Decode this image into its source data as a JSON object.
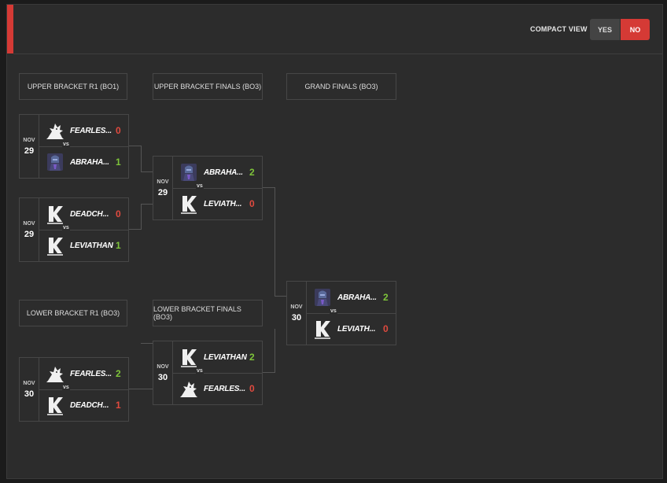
{
  "header": {
    "compact_view_label": "COMPACT VIEW",
    "yes_label": "YES",
    "no_label": "NO",
    "accent_color": "#d53a35"
  },
  "rounds": {
    "ub_r1": "UPPER BRACKET R1 (BO1)",
    "ub_finals": "UPPER BRACKET FINALS (BO3)",
    "grand_finals": "GRAND FINALS (BO3)",
    "lb_r1": "LOWER BRACKET R1 (BO3)",
    "lb_finals": "LOWER BRACKET FINALS (BO3)"
  },
  "matches": {
    "ub_r1_m1": {
      "month": "NOV",
      "day": "29",
      "vs": "vs",
      "team1": {
        "name": "FEARLES...",
        "score": "0",
        "logo": "dragon-logo-icon"
      },
      "team2": {
        "name": "ABRAHA...",
        "score": "1",
        "logo": "knight-avatar-icon"
      }
    },
    "ub_r1_m2": {
      "month": "NOV",
      "day": "29",
      "vs": "vs",
      "team1": {
        "name": "DEADCH...",
        "score": "0",
        "logo": "k-logo-icon"
      },
      "team2": {
        "name": "LEVIATHAN",
        "score": "1",
        "logo": "k-logo-icon"
      }
    },
    "ub_final": {
      "month": "NOV",
      "day": "29",
      "vs": "vs",
      "team1": {
        "name": "ABRAHA...",
        "score": "2",
        "logo": "knight-avatar-icon"
      },
      "team2": {
        "name": "LEVIATH...",
        "score": "0",
        "logo": "k-logo-icon"
      }
    },
    "lb_r1": {
      "month": "NOV",
      "day": "30",
      "vs": "vs",
      "team1": {
        "name": "FEARLES...",
        "score": "2",
        "logo": "dragon-logo-icon"
      },
      "team2": {
        "name": "DEADCH...",
        "score": "1",
        "logo": "k-logo-icon"
      }
    },
    "lb_final": {
      "month": "NOV",
      "day": "30",
      "vs": "vs",
      "team1": {
        "name": "LEVIATHAN",
        "score": "2",
        "logo": "k-logo-icon"
      },
      "team2": {
        "name": "FEARLES...",
        "score": "0",
        "logo": "dragon-logo-icon"
      }
    },
    "grand_final": {
      "month": "NOV",
      "day": "30",
      "vs": "vs",
      "team1": {
        "name": "ABRAHA...",
        "score": "2",
        "logo": "knight-avatar-icon"
      },
      "team2": {
        "name": "LEVIATH...",
        "score": "0",
        "logo": "k-logo-icon"
      }
    }
  },
  "colors": {
    "win": "#7ec43a",
    "lose": "#e04a3f"
  }
}
